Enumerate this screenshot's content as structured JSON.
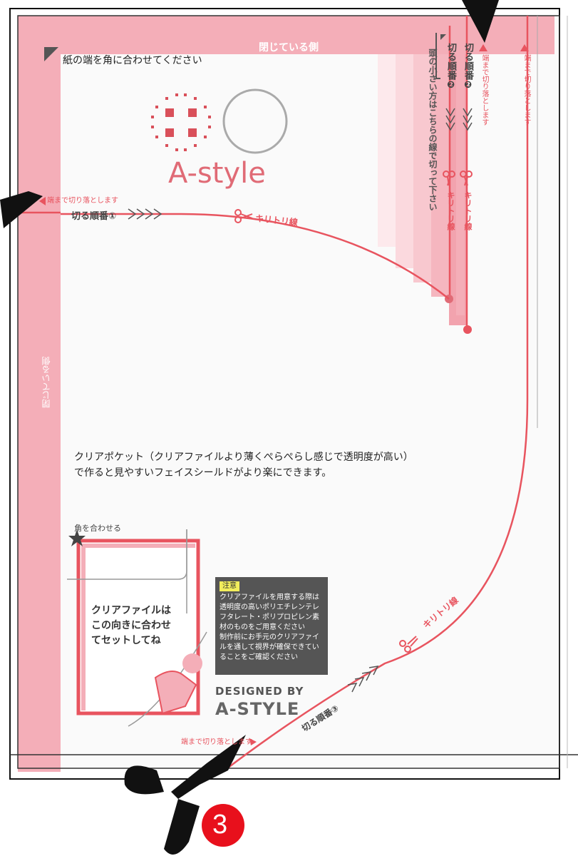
{
  "page": {
    "top_band_label": "閉じている側",
    "left_band_label": "閉じている側",
    "align_instruction": "紙の端を角に合わせてください",
    "logo": "A-style",
    "edge_note": "端まで切り落とします",
    "order_1": "切る順番①",
    "order_2": "切る順番❷",
    "order_3": "切る順番③",
    "cut_line": "キリトリ線",
    "vertical_note": "頭の小さい方はこちらの線で切って下さい",
    "description": "クリアポケット（クリアファイルより薄くぺらぺらし感じで透明度が高い）で作ると見やすいフェイスシールドがより楽にできます。",
    "corner_label": "角を合わせる",
    "clear_file_instruction": [
      "クリアファイルは",
      "この向きに合わせ",
      "てセットしてね"
    ],
    "notice_title": "注意",
    "notice_lines": [
      "クリアファイルを用意する際は",
      "透明度の高いポリエチレンテレ",
      "フタレート・ポリプロピレン素",
      "材のものをご用意ください",
      "制作前にお手元のクリアファイ",
      "ルを通して視界が確保できてい",
      "ることをご確認ください"
    ],
    "designed_by": "DESIGNED BY",
    "brand": "A-STYLE",
    "step_number": "3"
  },
  "colors": {
    "band_pink": "#f4aeb8",
    "line_red": "#e8545f",
    "mark_red": "#d9505a",
    "notice_bg": "#555555",
    "notice_tag": "#f2ee5c"
  },
  "icons": [
    "scissors-icon",
    "corner-triangle-icon",
    "star-icon",
    "chevron-arrows-icon"
  ]
}
